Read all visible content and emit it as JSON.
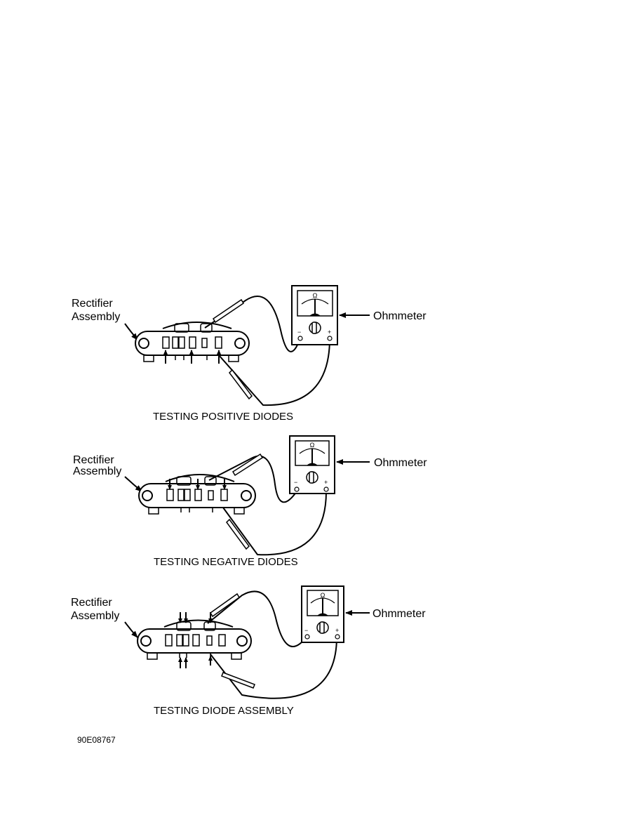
{
  "panels": [
    {
      "rectifier_label": [
        "Rectifier",
        "Assembly"
      ],
      "meter_label": "Ohmmeter",
      "caption": "TESTING POSITIVE DIODES",
      "meter_symbols": {
        "ohm": "Ω",
        "minus": "−",
        "plus": "+"
      }
    },
    {
      "rectifier_label": [
        "Rectifier",
        "Assembly"
      ],
      "meter_label": "Ohmmeter",
      "caption": "TESTING NEGATIVE DIODES",
      "meter_symbols": {
        "ohm": "Ω",
        "minus": "−",
        "plus": "+"
      }
    },
    {
      "rectifier_label": [
        "Rectifier",
        "Assembly"
      ],
      "meter_label": "Ohmmeter",
      "caption": "TESTING DIODE ASSEMBLY",
      "meter_symbols": {
        "ohm": "Ω",
        "minus": "−",
        "plus": "+"
      }
    }
  ],
  "figure_code": "90E08767"
}
